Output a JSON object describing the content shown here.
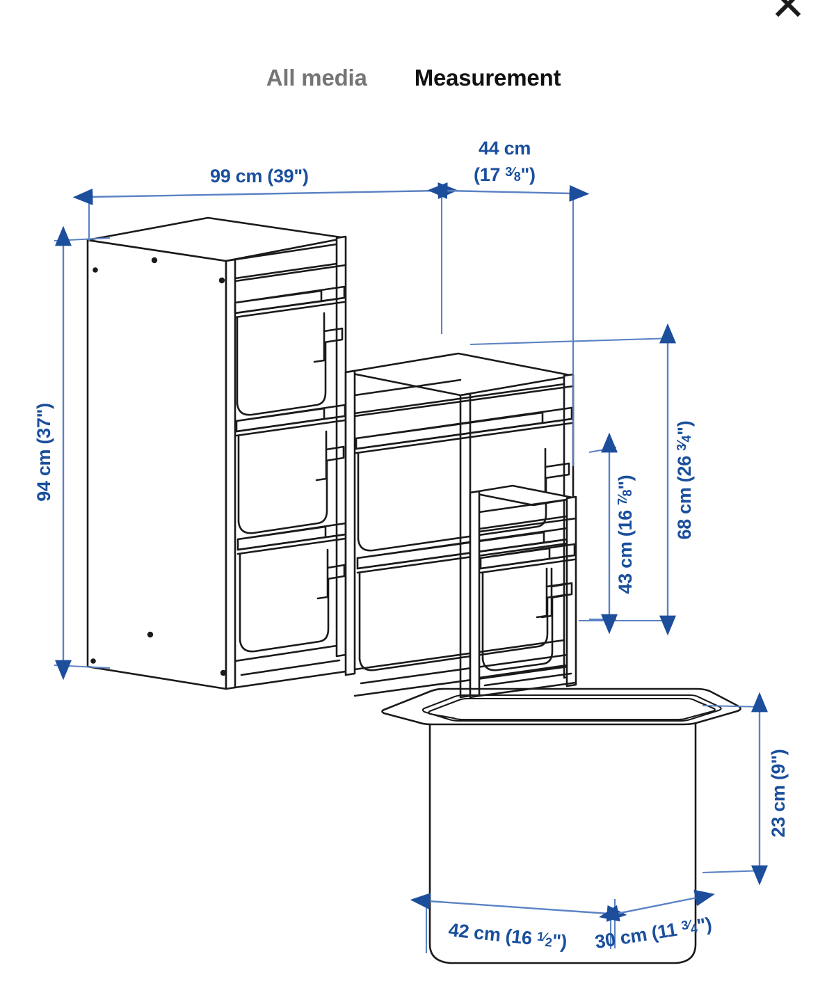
{
  "window": {
    "close_icon": "close-x-icon"
  },
  "tabs": [
    {
      "label": "All media",
      "active": false,
      "name": "tab-all-media"
    },
    {
      "label": "Measurement",
      "active": true,
      "name": "tab-measurement"
    }
  ],
  "colors": {
    "dimension_text": "#1a4f9c",
    "dimension_line": "#5b82c4",
    "arrow": "#1d4e9c",
    "drawing_ink": "#1a1a1a",
    "tab_active": "#111111",
    "tab_inactive": "#757575",
    "background": "#ffffff"
  },
  "diagram": {
    "product_type": "stepped children's storage unit with pull-out bins",
    "unit": {
      "columns": 3,
      "column_heights_descending": true,
      "bins_total": 6
    },
    "loose_bin": {
      "shape": "rounded rectangular tub with flanged rim"
    }
  },
  "measurements": [
    {
      "name": "width",
      "label_cm": "99 cm",
      "label_in": "(39\")",
      "full": "99 cm (39\")",
      "value_cm": 99,
      "value_in": "39",
      "orientation": "horizontal",
      "applies_to": "unit-width"
    },
    {
      "name": "depth",
      "label_cm": "44 cm",
      "label_in_whole": "(17 ",
      "label_in_frac_num": "3",
      "label_in_frac_den": "8",
      "label_in_tail": "\")",
      "full": "44 cm (17 3/8\")",
      "value_cm": 44,
      "value_in": "17 3/8",
      "orientation": "horizontal",
      "applies_to": "unit-depth"
    },
    {
      "name": "height",
      "label_cm": "94 cm",
      "label_in": "(37\")",
      "full": "94 cm (37\")",
      "value_cm": 94,
      "value_in": "37",
      "orientation": "vertical",
      "applies_to": "unit-max-height"
    },
    {
      "name": "middle-height",
      "label_cm": "68 cm",
      "label_in_whole": "(26 ",
      "label_in_frac_num": "3",
      "label_in_frac_den": "4",
      "label_in_tail": "\")",
      "full": "68 cm (26 3/4\")",
      "value_cm": 68,
      "value_in": "26 3/4",
      "orientation": "vertical",
      "applies_to": "middle-column-height"
    },
    {
      "name": "low-height",
      "label_cm": "43 cm",
      "label_in_whole": "(16 ",
      "label_in_frac_num": "7",
      "label_in_frac_den": "8",
      "label_in_tail": "\")",
      "full": "43 cm (16 7/8\")",
      "value_cm": 43,
      "value_in": "16 7/8",
      "orientation": "vertical",
      "applies_to": "lowest-column-height"
    },
    {
      "name": "bin-height",
      "label_cm": "23 cm",
      "label_in": "(9\")",
      "full": "23 cm (9\")",
      "value_cm": 23,
      "value_in": "9",
      "orientation": "vertical",
      "applies_to": "bin-height"
    },
    {
      "name": "bin-width",
      "label_cm": "42 cm",
      "label_in_whole": "(16 ",
      "label_in_frac_num": "1",
      "label_in_frac_den": "2",
      "label_in_tail": "\")",
      "full": "42 cm (16 1/2\")",
      "value_cm": 42,
      "value_in": "16 1/2",
      "orientation": "horizontal",
      "applies_to": "bin-width"
    },
    {
      "name": "bin-depth",
      "label_cm": "30 cm",
      "label_in_whole": "(11 ",
      "label_in_frac_num": "3",
      "label_in_frac_den": "4",
      "label_in_tail": "\")",
      "full": "30 cm (11 3/4\")",
      "value_cm": 30,
      "value_in": "11 3/4",
      "orientation": "horizontal",
      "applies_to": "bin-depth"
    }
  ]
}
